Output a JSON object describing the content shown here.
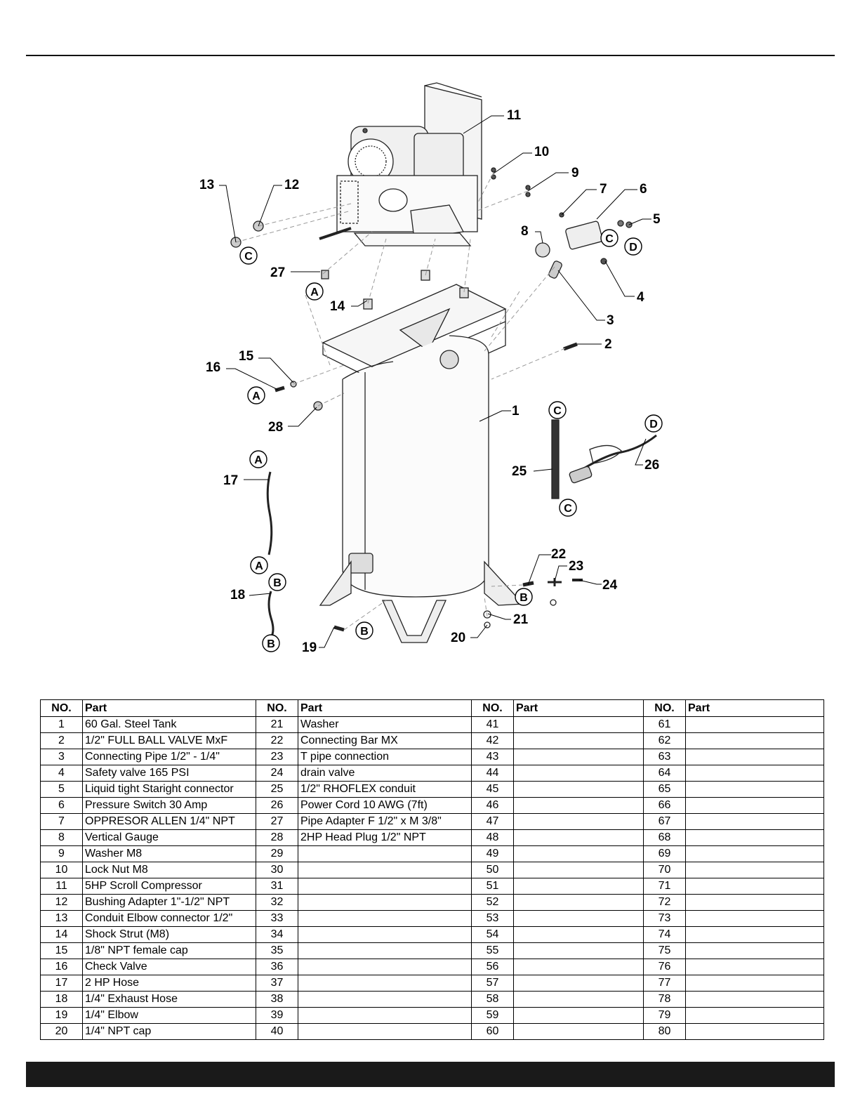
{
  "diagram": {
    "callouts": [
      "1",
      "2",
      "3",
      "4",
      "5",
      "6",
      "7",
      "8",
      "9",
      "10",
      "11",
      "12",
      "13",
      "14",
      "15",
      "16",
      "17",
      "18",
      "19",
      "20",
      "21",
      "22",
      "23",
      "24",
      "25",
      "26",
      "27",
      "28"
    ],
    "connectors": [
      "A",
      "B",
      "C",
      "D"
    ]
  },
  "table": {
    "header": {
      "no": "NO.",
      "part": "Part"
    },
    "rows": [
      [
        {
          "no": "1",
          "part": "60 Gal. Steel Tank"
        },
        {
          "no": "21",
          "part": "Washer"
        },
        {
          "no": "41",
          "part": ""
        },
        {
          "no": "61",
          "part": ""
        }
      ],
      [
        {
          "no": "2",
          "part": "1/2\" FULL BALL VALVE MxF"
        },
        {
          "no": "22",
          "part": "Connecting Bar MX"
        },
        {
          "no": "42",
          "part": ""
        },
        {
          "no": "62",
          "part": ""
        }
      ],
      [
        {
          "no": "3",
          "part": "Connecting Pipe 1/2\" - 1/4\""
        },
        {
          "no": "23",
          "part": "T pipe connection"
        },
        {
          "no": "43",
          "part": ""
        },
        {
          "no": "63",
          "part": ""
        }
      ],
      [
        {
          "no": "4",
          "part": "Safety valve 165 PSI"
        },
        {
          "no": "24",
          "part": "drain valve"
        },
        {
          "no": "44",
          "part": ""
        },
        {
          "no": "64",
          "part": ""
        }
      ],
      [
        {
          "no": "5",
          "part": "Liquid tight Staright connector"
        },
        {
          "no": "25",
          "part": "1/2\" RHOFLEX conduit"
        },
        {
          "no": "45",
          "part": ""
        },
        {
          "no": "65",
          "part": ""
        }
      ],
      [
        {
          "no": "6",
          "part": "Pressure Switch 30 Amp"
        },
        {
          "no": "26",
          "part": "Power Cord 10 AWG (7ft)"
        },
        {
          "no": "46",
          "part": ""
        },
        {
          "no": "66",
          "part": ""
        }
      ],
      [
        {
          "no": "7",
          "part": "OPPRESOR ALLEN 1/4\" NPT"
        },
        {
          "no": "27",
          "part": "Pipe Adapter F 1/2\" x M 3/8\""
        },
        {
          "no": "47",
          "part": ""
        },
        {
          "no": "67",
          "part": ""
        }
      ],
      [
        {
          "no": "8",
          "part": "Vertical Gauge"
        },
        {
          "no": "28",
          "part": "2HP Head Plug 1/2\" NPT"
        },
        {
          "no": "48",
          "part": ""
        },
        {
          "no": "68",
          "part": ""
        }
      ],
      [
        {
          "no": "9",
          "part": "Washer M8"
        },
        {
          "no": "29",
          "part": ""
        },
        {
          "no": "49",
          "part": ""
        },
        {
          "no": "69",
          "part": ""
        }
      ],
      [
        {
          "no": "10",
          "part": "Lock Nut M8"
        },
        {
          "no": "30",
          "part": ""
        },
        {
          "no": "50",
          "part": ""
        },
        {
          "no": "70",
          "part": ""
        }
      ],
      [
        {
          "no": "11",
          "part": "5HP Scroll Compressor"
        },
        {
          "no": "31",
          "part": ""
        },
        {
          "no": "51",
          "part": ""
        },
        {
          "no": "71",
          "part": ""
        }
      ],
      [
        {
          "no": "12",
          "part": "Bushing Adapter 1\"-1/2\" NPT"
        },
        {
          "no": "32",
          "part": ""
        },
        {
          "no": "52",
          "part": ""
        },
        {
          "no": "72",
          "part": ""
        }
      ],
      [
        {
          "no": "13",
          "part": "Conduit Elbow connector 1/2\""
        },
        {
          "no": "33",
          "part": ""
        },
        {
          "no": "53",
          "part": ""
        },
        {
          "no": "73",
          "part": ""
        }
      ],
      [
        {
          "no": "14",
          "part": "Shock Strut (M8)"
        },
        {
          "no": "34",
          "part": ""
        },
        {
          "no": "54",
          "part": ""
        },
        {
          "no": "74",
          "part": ""
        }
      ],
      [
        {
          "no": "15",
          "part": "1/8\" NPT female cap"
        },
        {
          "no": "35",
          "part": ""
        },
        {
          "no": "55",
          "part": ""
        },
        {
          "no": "75",
          "part": ""
        }
      ],
      [
        {
          "no": "16",
          "part": "Check Valve"
        },
        {
          "no": "36",
          "part": ""
        },
        {
          "no": "56",
          "part": ""
        },
        {
          "no": "76",
          "part": ""
        }
      ],
      [
        {
          "no": "17",
          "part": "2 HP Hose"
        },
        {
          "no": "37",
          "part": ""
        },
        {
          "no": "57",
          "part": ""
        },
        {
          "no": "77",
          "part": ""
        }
      ],
      [
        {
          "no": "18",
          "part": "1/4\" Exhaust Hose"
        },
        {
          "no": "38",
          "part": ""
        },
        {
          "no": "58",
          "part": ""
        },
        {
          "no": "78",
          "part": ""
        }
      ],
      [
        {
          "no": "19",
          "part": "1/4\" Elbow"
        },
        {
          "no": "39",
          "part": ""
        },
        {
          "no": "59",
          "part": ""
        },
        {
          "no": "79",
          "part": ""
        }
      ],
      [
        {
          "no": "20",
          "part": "1/4\" NPT cap"
        },
        {
          "no": "40",
          "part": ""
        },
        {
          "no": "60",
          "part": ""
        },
        {
          "no": "80",
          "part": ""
        }
      ]
    ]
  }
}
